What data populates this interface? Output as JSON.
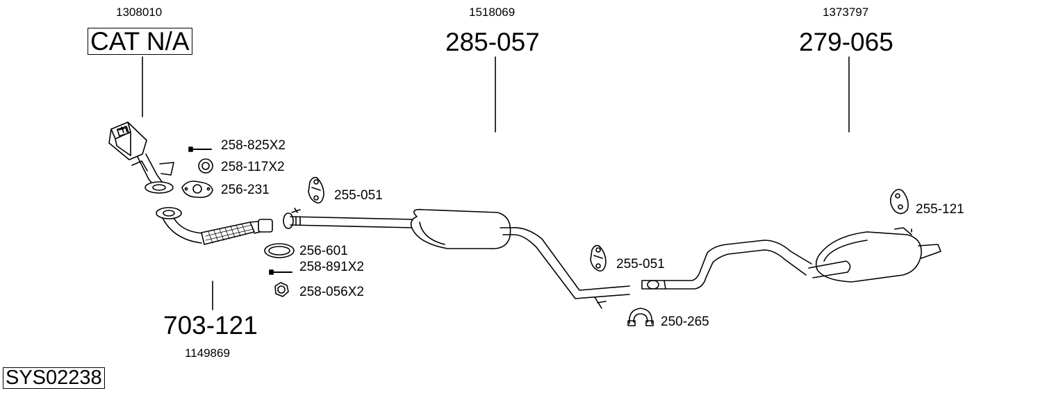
{
  "diagram_id": "SYS02238",
  "main_parts": [
    {
      "number": "285-057",
      "ref": "1518069"
    },
    {
      "number": "279-065",
      "ref": "1373797"
    },
    {
      "number": "703-121",
      "ref": "1149869"
    }
  ],
  "cat": {
    "label": "CAT N/A",
    "ref": "1308010"
  },
  "small_parts": [
    "258-825X2",
    "258-117X2",
    "256-231",
    "255-051",
    "256-601",
    "258-891X2",
    "258-056X2",
    "255-051",
    "250-265",
    "255-121"
  ]
}
